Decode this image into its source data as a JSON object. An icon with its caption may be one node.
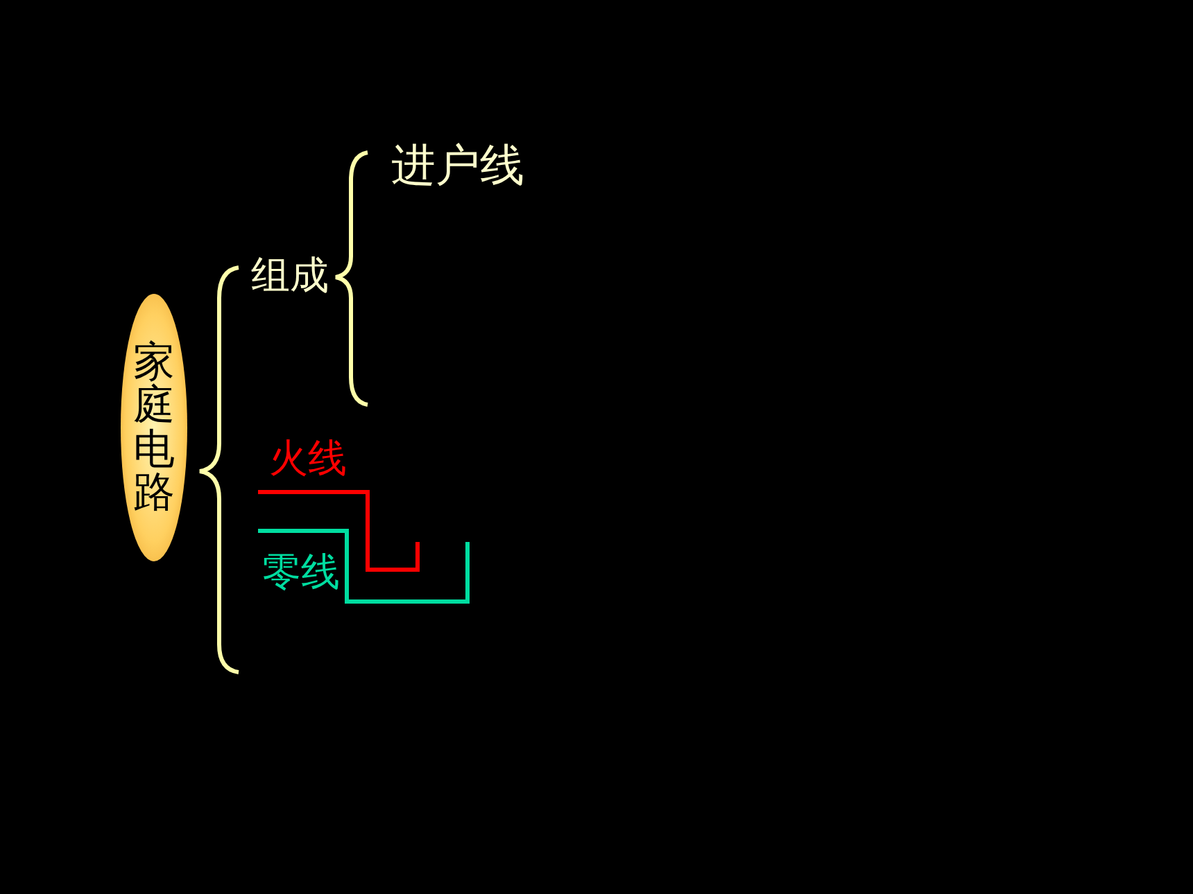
{
  "diagram": {
    "nodes": [
      {
        "text": [
          "家庭电路"
        ]
      }
    ],
    "labels": [
      "进户线",
      "组成",
      "火线",
      "零线"
    ]
  }
}
